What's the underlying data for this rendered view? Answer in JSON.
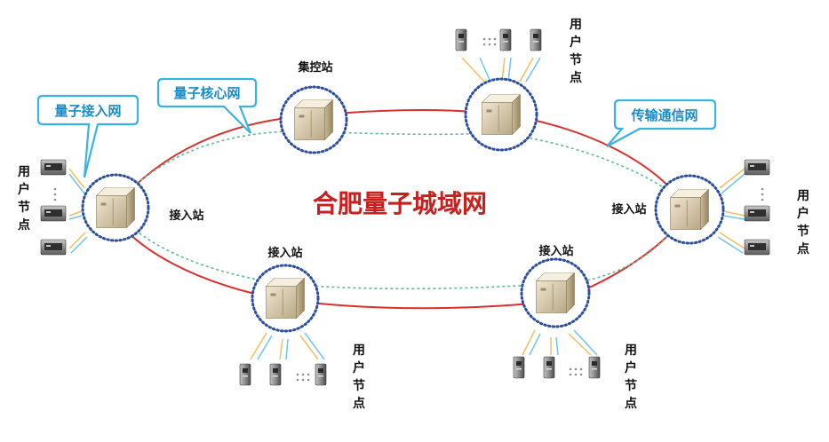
{
  "title": "合肥量子城域网",
  "callouts": {
    "access_net": "量子接入网",
    "core_net": "量子核心网",
    "transport_net": "传输通信网"
  },
  "stations": {
    "control": "集控站",
    "access_left": "接入站",
    "access_right": "接入站",
    "access_bottom_left": "接入站",
    "access_bottom_right": "接入站"
  },
  "user_node_label": [
    "用",
    "户",
    "节",
    "点"
  ],
  "colors": {
    "core_ring": "#d9302b",
    "transport_ring": "#5fb89a",
    "node_ring": "#2c4f9e",
    "callout_border": "#39b3e3",
    "callout_text": "#1a8cc7",
    "title": "#c8201e"
  }
}
